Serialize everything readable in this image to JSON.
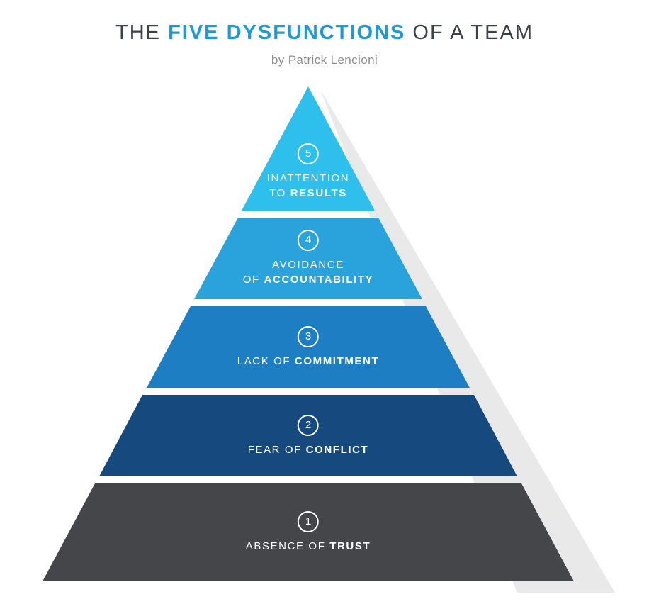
{
  "header": {
    "title_prefix": "THE ",
    "title_highlight": "FIVE DYSFUNCTIONS",
    "title_suffix": " OF A TEAM",
    "subtitle": "by Patrick Lencioni"
  },
  "colors": {
    "title_text": "#3d4247",
    "title_highlight": "#1b9bd8",
    "subtitle_text": "#8d8d8d",
    "shadow": "#e9e9ea",
    "label_text": "#ffffff"
  },
  "pyramid": {
    "levels": [
      {
        "number": "5",
        "pre1": "INATTENTION",
        "pre2": "TO",
        "bold": "RESULTS",
        "color": "#2ebfec"
      },
      {
        "number": "4",
        "pre1": "AVOIDANCE",
        "pre2": "OF",
        "bold": "ACCOUNTABILITY",
        "color": "#2aa3dd"
      },
      {
        "number": "3",
        "pre1": "LACK OF",
        "bold": "COMMITMENT",
        "color": "#1d7ec4"
      },
      {
        "number": "2",
        "pre1": "FEAR OF",
        "bold": "CONFLICT",
        "color": "#164a7e"
      },
      {
        "number": "1",
        "pre1": "ABSENCE OF",
        "bold": "TRUST",
        "color": "#454649"
      }
    ]
  }
}
